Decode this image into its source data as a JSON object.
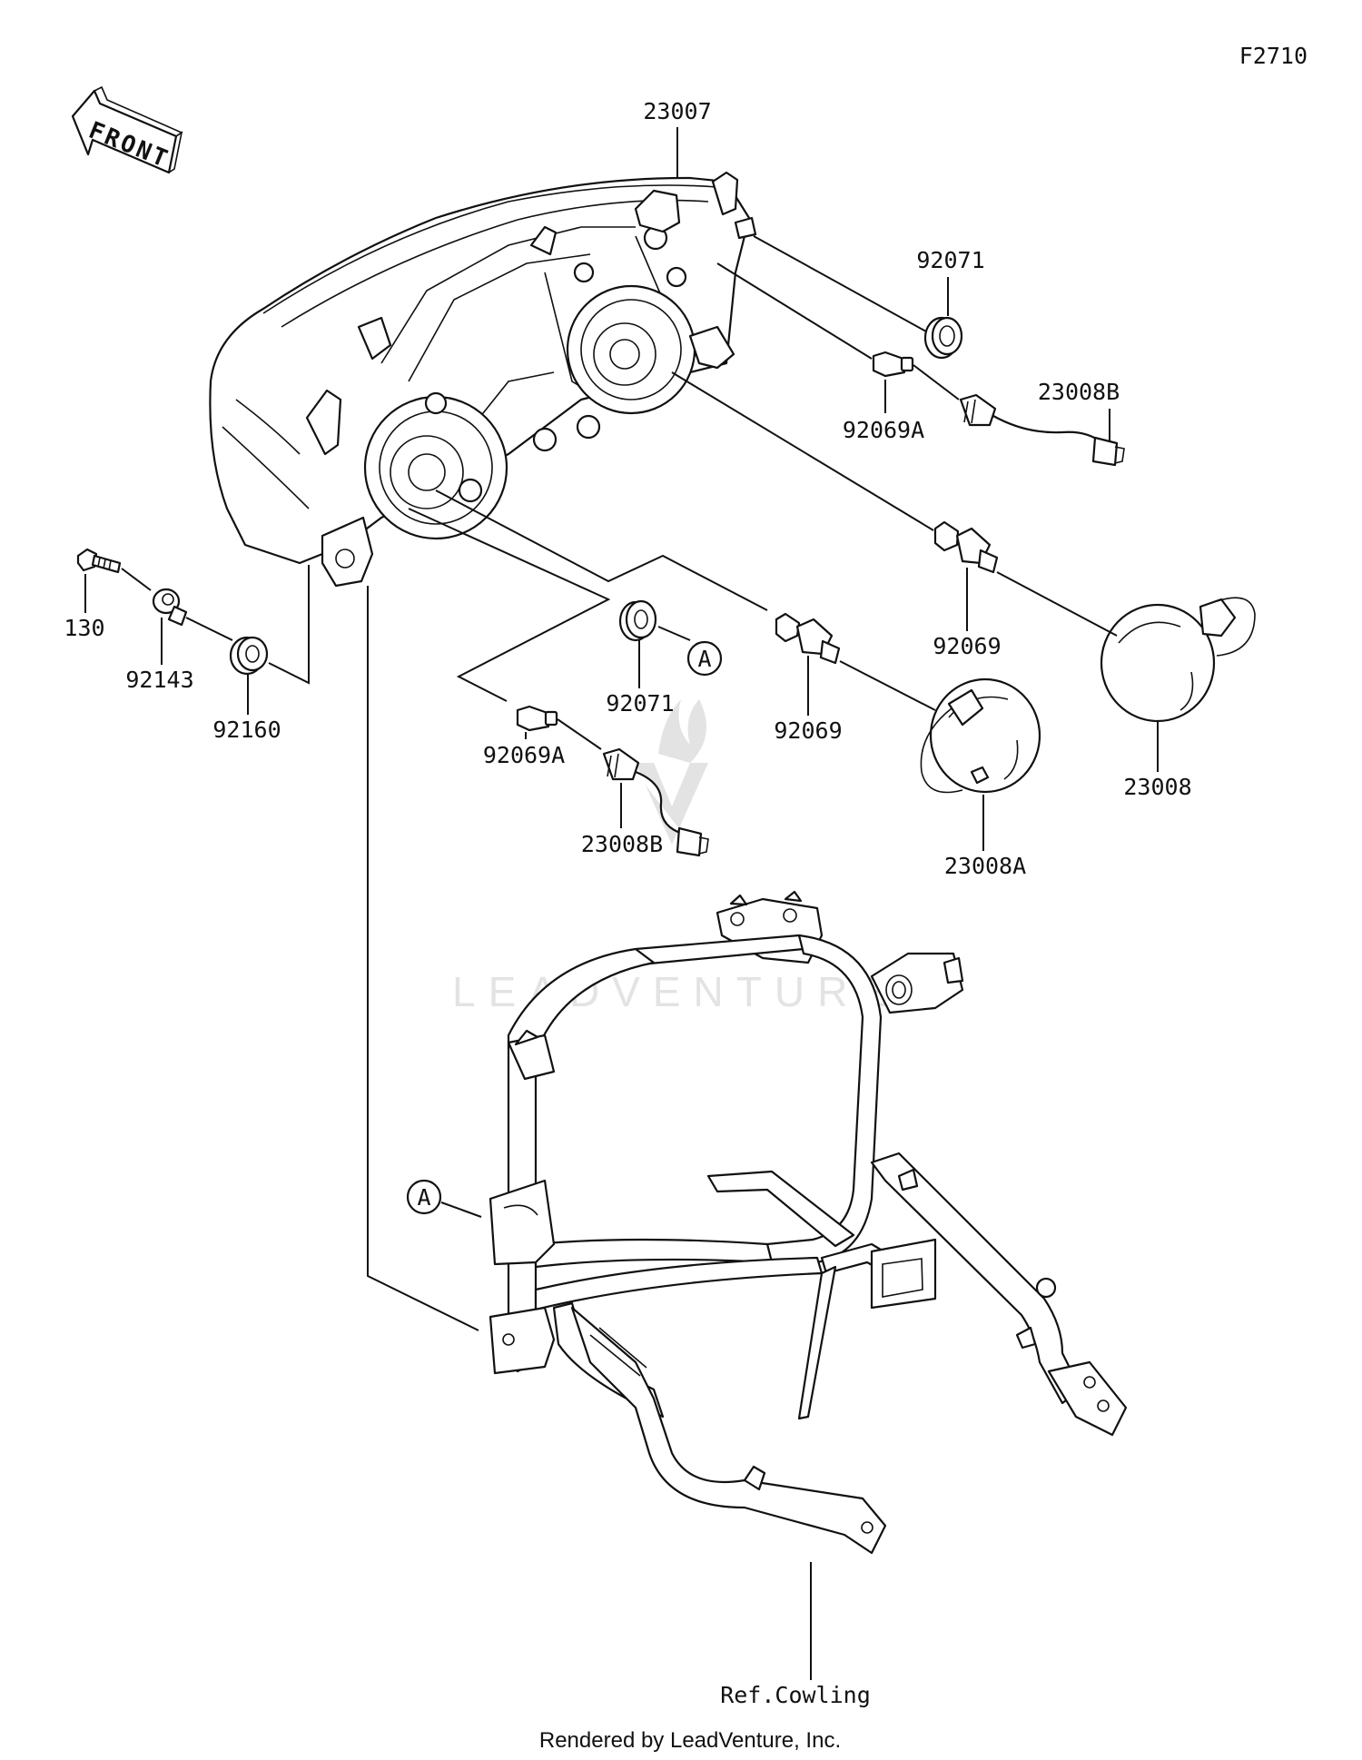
{
  "figure_code": "F2710",
  "front_arrow_label": "FRONT",
  "watermark_text": "LEADVENTURE",
  "footer_text": "Rendered by LeadVenture, Inc.",
  "labels": {
    "p23007": "23007",
    "p92071_top": "92071",
    "p92069A_top": "92069A",
    "p23008B_top": "23008B",
    "p92069_right": "92069",
    "p23008": "23008",
    "p130": "130",
    "p92143": "92143",
    "p92160": "92160",
    "p92071_mid": "92071",
    "p92069_mid": "92069",
    "p92069A_bottom": "92069A",
    "p23008B_bottom": "23008B",
    "p23008A": "23008A",
    "ref_cowling": "Ref.Cowling"
  },
  "callouts": {
    "a_right": "A",
    "a_left": "A"
  }
}
